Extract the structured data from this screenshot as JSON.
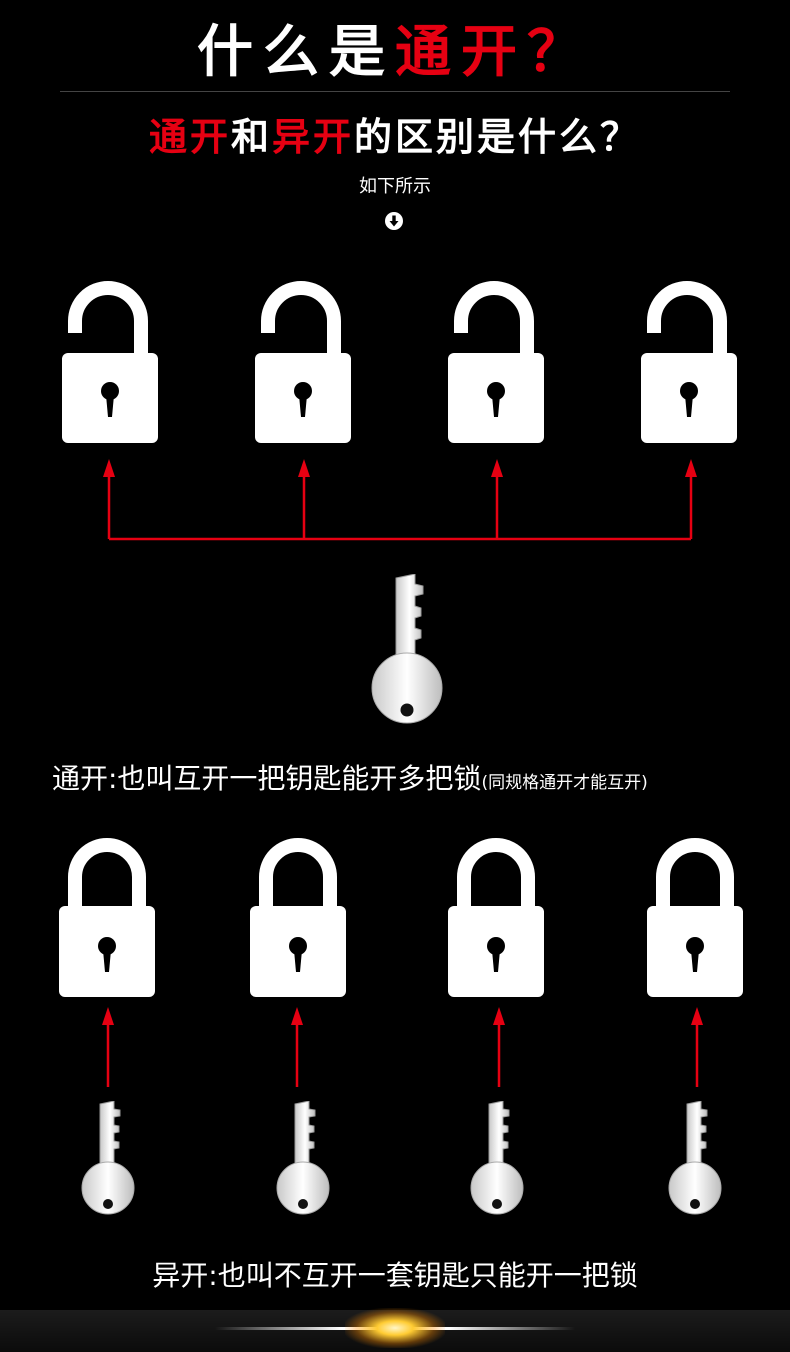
{
  "header": {
    "title_prefix": "什么是",
    "title_accent": "通开？",
    "subtitle_a": "通开",
    "subtitle_b": "和",
    "subtitle_c": "异开",
    "subtitle_d": "的区别是什么？",
    "hint": "如下所示"
  },
  "section_tongkai": {
    "caption": "通开:也叫互开一把钥匙能开多把锁",
    "caption_note": "(同规格通开才能互开)"
  },
  "section_yikai": {
    "caption": "异开:也叫不互开一套钥匙只能开一把锁"
  },
  "colors": {
    "accent_red": "#e60012",
    "background": "#000000",
    "icon_white": "#ffffff"
  },
  "icons": [
    "arrow-down-circle-icon",
    "open-padlock-icon",
    "closed-padlock-icon",
    "key-icon",
    "red-arrow-up-icon"
  ]
}
